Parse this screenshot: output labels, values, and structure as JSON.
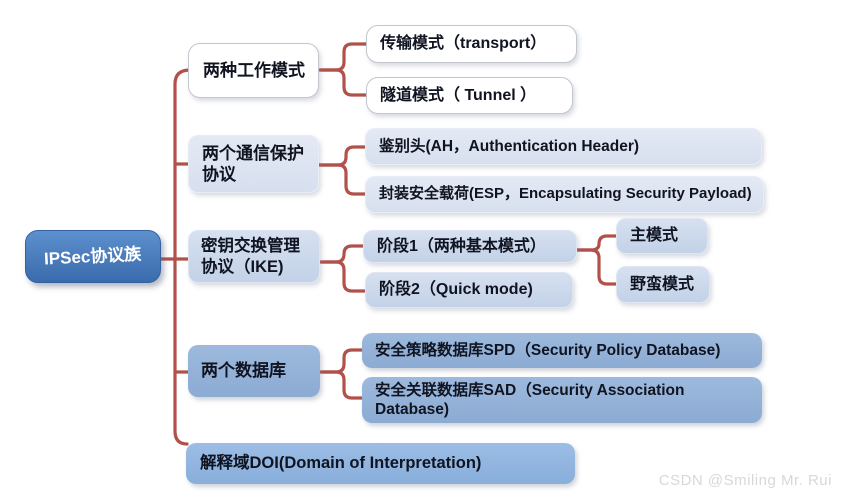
{
  "watermark": "CSDN @Smiling Mr. Rui",
  "colors": {
    "connector": "#b2504a",
    "root_fill_top": "#5d90cd",
    "root_fill_bottom": "#3a6bad",
    "pale_fill": "#dbe2f0",
    "light_fill": "#cdd9eb",
    "medium_fill": "#95b2d8",
    "doi_fill": "#92b5e0",
    "text": "#101421",
    "background": "#ffffff"
  },
  "tree": {
    "root": "IPSec协议族",
    "branches": [
      {
        "label": "两种工作模式",
        "children": [
          "传输模式（transport）",
          "隧道模式（ Tunnel ）"
        ]
      },
      {
        "label": "两个通信保护\n协议",
        "children": [
          "鉴别头(AH，Authentication Header)",
          "封装安全载荷(ESP，Encapsulating Security Payload)"
        ]
      },
      {
        "label": "密钥交换管理\n协议（IKE)",
        "children": [
          "阶段1（两种基本模式）",
          "阶段2（Quick mode)"
        ],
        "grandchildren": [
          "主模式",
          "野蛮模式"
        ]
      },
      {
        "label": "两个数据库",
        "children": [
          "安全策略数据库SPD（Security Policy Database)",
          "安全关联数据库SAD（Security Association\nDatabase)"
        ]
      },
      {
        "label": "解释域DOI(Domain of Interpretation)"
      }
    ]
  }
}
